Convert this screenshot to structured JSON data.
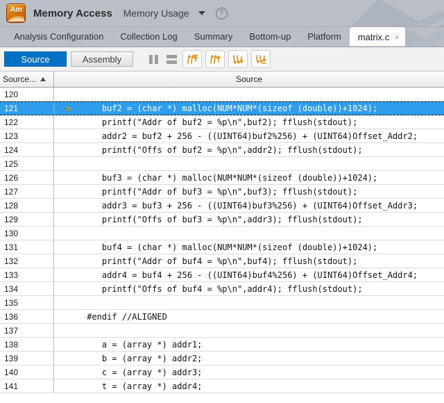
{
  "header": {
    "logo_text": "Am",
    "app_title": "Memory Access",
    "view_name": "Memory Usage",
    "dropdown_icon": "chevron-down-icon",
    "help_icon": "help-circle-icon",
    "background_color": "#b9bec7"
  },
  "tabs": [
    {
      "label": "Analysis Configuration",
      "active": false
    },
    {
      "label": "Collection Log",
      "active": false
    },
    {
      "label": "Summary",
      "active": false
    },
    {
      "label": "Bottom-up",
      "active": false
    },
    {
      "label": "Platform",
      "active": false
    },
    {
      "label": "matrix.c",
      "active": true,
      "close_icon": "×"
    }
  ],
  "toolbar": {
    "source_label": "Source",
    "assembly_label": "Assembly",
    "source_active": true,
    "active_color": "#0071c5",
    "pane_icons": [
      "split-vertical-icon",
      "split-horizontal-icon"
    ],
    "nav_icons": [
      "hotspot-first-icon",
      "hotspot-previous-icon",
      "hotspot-next-icon",
      "hotspot-last-icon"
    ],
    "nav_icon_color": "#e0900f"
  },
  "grid": {
    "columns": [
      {
        "label": "Source...",
        "sort": "ascending"
      },
      {
        "label": "Source"
      }
    ],
    "selected_line": 121,
    "selection_color": "#2e9dec",
    "marker_glyph": ">",
    "rows": [
      {
        "line": "120",
        "marker": "",
        "code": ""
      },
      {
        "line": "121",
        "marker": ">",
        "code": "    buf2 = (char *) malloc(NUM*NUM*(sizeof (double))+1024);",
        "selected": true
      },
      {
        "line": "122",
        "marker": "",
        "code": "    printf(\"Addr of buf2 = %p\\n\",buf2); fflush(stdout);"
      },
      {
        "line": "123",
        "marker": "",
        "code": "    addr2 = buf2 + 256 - ((UINT64)buf2%256) + (UINT64)Offset_Addr2;"
      },
      {
        "line": "124",
        "marker": "",
        "code": "    printf(\"Offs of buf2 = %p\\n\",addr2); fflush(stdout);"
      },
      {
        "line": "125",
        "marker": "",
        "code": ""
      },
      {
        "line": "126",
        "marker": "",
        "code": "    buf3 = (char *) malloc(NUM*NUM*(sizeof (double))+1024);"
      },
      {
        "line": "127",
        "marker": "",
        "code": "    printf(\"Addr of buf3 = %p\\n\",buf3); fflush(stdout);"
      },
      {
        "line": "128",
        "marker": "",
        "code": "    addr3 = buf3 + 256 - ((UINT64)buf3%256) + (UINT64)Offset_Addr3;"
      },
      {
        "line": "129",
        "marker": "",
        "code": "    printf(\"Offs of buf3 = %p\\n\",addr3); fflush(stdout);"
      },
      {
        "line": "130",
        "marker": "",
        "code": ""
      },
      {
        "line": "131",
        "marker": "",
        "code": "    buf4 = (char *) malloc(NUM*NUM*(sizeof (double))+1024);"
      },
      {
        "line": "132",
        "marker": "",
        "code": "    printf(\"Addr of buf4 = %p\\n\",buf4); fflush(stdout);"
      },
      {
        "line": "133",
        "marker": "",
        "code": "    addr4 = buf4 + 256 - ((UINT64)buf4%256) + (UINT64)Offset_Addr4;"
      },
      {
        "line": "134",
        "marker": "",
        "code": "    printf(\"Offs of buf4 = %p\\n\",addr4); fflush(stdout);"
      },
      {
        "line": "135",
        "marker": "",
        "code": ""
      },
      {
        "line": "136",
        "marker": "",
        "code": " #endif //ALIGNED"
      },
      {
        "line": "137",
        "marker": "",
        "code": ""
      },
      {
        "line": "138",
        "marker": "",
        "code": "    a = (array *) addr1;"
      },
      {
        "line": "139",
        "marker": "",
        "code": "    b = (array *) addr2;"
      },
      {
        "line": "140",
        "marker": "",
        "code": "    c = (array *) addr3;"
      },
      {
        "line": "141",
        "marker": "",
        "code": "    t = (array *) addr4;"
      }
    ]
  }
}
